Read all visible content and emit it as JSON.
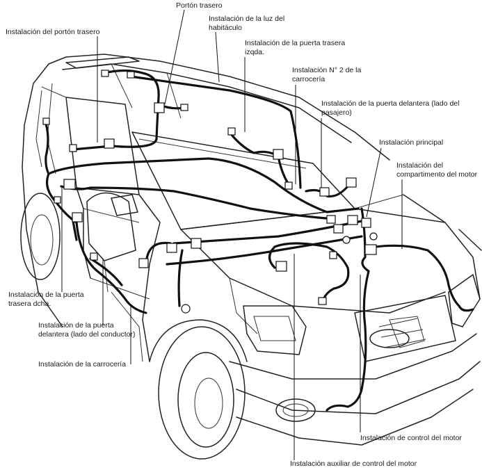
{
  "labels": {
    "porton_trasero": "Portón trasero",
    "luz_habitaculo": "Instalación de la luz del\nhabitáculo",
    "porton_instalacion": "Instalación del portón trasero",
    "puerta_trasera_izq": "Instalación de la puerta trasera\nizqda.",
    "carroceria_n2": "Instalación N° 2 de la\ncarrocería",
    "puerta_del_pasajero": "Instalación de la puerta delantera (lado del\npasajero)",
    "principal": "Instalación principal",
    "compartimento_motor": "Instalación del\ncompartimento del motor",
    "puerta_trasera_dcha": "Instalación de la puerta\ntrasera dcha.",
    "puerta_del_conductor": "Instalación de la puerta\ndelantera (lado del conductor)",
    "carroceria": "Instalación de la carrocería",
    "control_motor": "Instalación de control del motor",
    "auxiliar_control_motor": "Instalación auxiliar de control del motor"
  }
}
